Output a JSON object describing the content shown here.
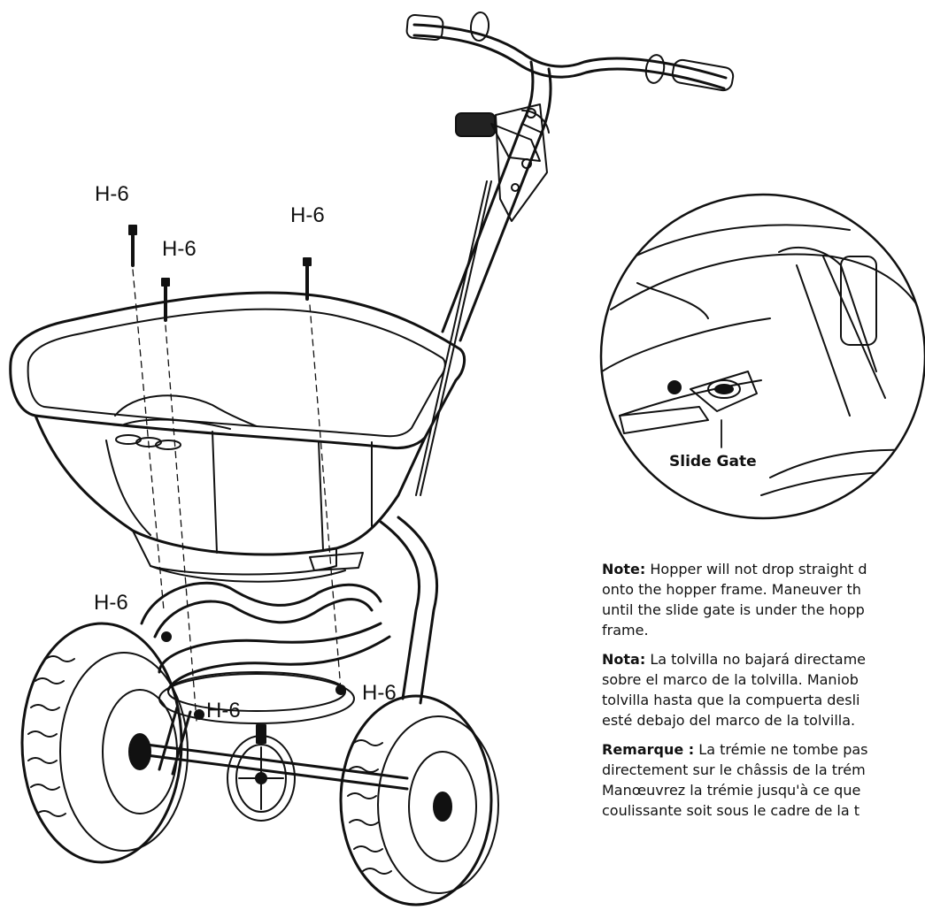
{
  "labels": {
    "h6_top_left": "H-6",
    "h6_top_mid": "H-6",
    "h6_top_right": "H-6",
    "h6_bottom_left": "H-6",
    "h6_bottom_right": "H-6",
    "h6_bottom_mid": "H-6"
  },
  "callout": {
    "label": "Slide Gate"
  },
  "notes": {
    "english": {
      "lead": "Note:",
      "line1": " Hopper will not drop straight d",
      "line2": "onto the hopper frame. Maneuver th",
      "line3": "until the slide gate is under the hopp",
      "line4": "frame."
    },
    "spanish": {
      "lead": "Nota:",
      "line1": " La tolvilla no bajará directame",
      "line2": "sobre el marco de la tolvilla. Maniob",
      "line3": "tolvilla hasta que la compuerta desli",
      "line4": "esté debajo del marco de la tolvilla."
    },
    "french": {
      "lead": "Remarque :",
      "line1": " La trémie ne tombe pas",
      "line2": "directement sur le châssis de la trém",
      "line3": "Manœuvrez la trémie jusqu'à ce que",
      "line4": "coulissante soit sous le cadre de la t"
    }
  },
  "colors": {
    "line": "#111111",
    "background": "#ffffff"
  }
}
